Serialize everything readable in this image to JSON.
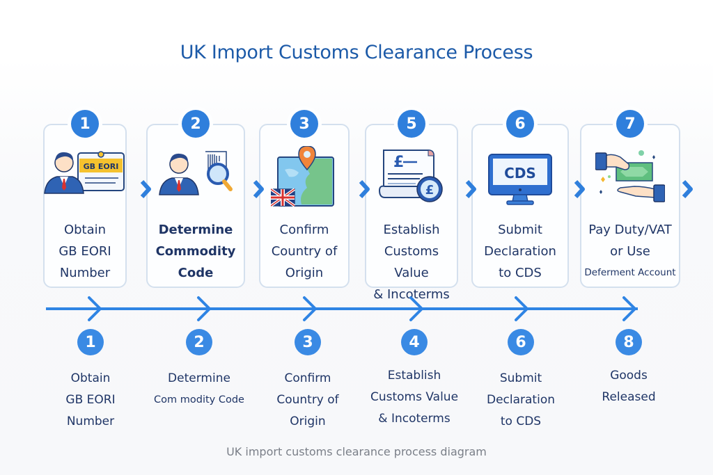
{
  "title": "UK Import Customs Clearance Process",
  "accent_color": "#2f7fdc",
  "cards": [
    {
      "number": "1",
      "icon": "person-gb-eori-card-icon",
      "icon_text": "GB EORI",
      "lines": [
        "Obtain",
        "GB EORI",
        "Number"
      ]
    },
    {
      "number": "2",
      "icon": "person-barcode-magnifier-icon",
      "lines": [
        "Determine",
        "Commodity",
        "Code"
      ]
    },
    {
      "number": "3",
      "icon": "map-pin-uk-flag-icon",
      "lines": [
        "Confirm",
        "Country of",
        "Origin"
      ]
    },
    {
      "number": "5",
      "icon": "invoice-pound-coin-icon",
      "icon_text": "£",
      "lines": [
        "Establish",
        "Customs Value",
        "& Incoterms"
      ]
    },
    {
      "number": "6",
      "icon": "monitor-cds-icon",
      "icon_text": "CDS",
      "lines": [
        "Submit",
        "Declaration",
        "to CDS"
      ]
    },
    {
      "number": "7",
      "icon": "hands-payment-icon",
      "lines": [
        "Pay Duty/VAT",
        "or Use",
        "Deferment Account"
      ]
    }
  ],
  "timeline": [
    {
      "number": "1",
      "lines": [
        "Obtain",
        "GB EORI",
        "Number"
      ]
    },
    {
      "number": "2",
      "lines": [
        "Determine",
        "Com modity Code"
      ]
    },
    {
      "number": "3",
      "lines": [
        "Confirm",
        "Country of",
        "Origin"
      ]
    },
    {
      "number": "4",
      "lines": [
        "Establish",
        "Customs Value",
        "& Incoterms"
      ]
    },
    {
      "number": "6",
      "lines": [
        "Submit",
        "Declaration",
        "to CDS"
      ]
    },
    {
      "number": "8",
      "lines": [
        "Goods",
        "Released"
      ]
    }
  ],
  "caption": "UK import customs clearance process diagram"
}
